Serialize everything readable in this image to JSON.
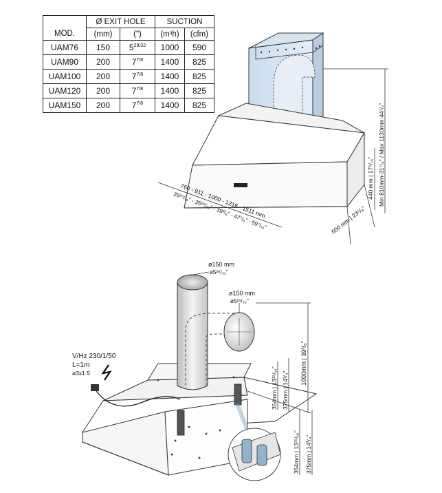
{
  "table": {
    "header": {
      "mod": "MOD.",
      "exit_hole": "Ø EXIT HOLE",
      "suction": "SUCTION",
      "unit_mm": "(mm)",
      "unit_in": "(\")",
      "unit_m3h": "(m³h)",
      "unit_cfm": "(cfm)"
    },
    "rows": [
      {
        "model": "UAM76",
        "mm": "150",
        "in_whole": "5",
        "in_frac": "29/32",
        "m3h": "1000",
        "cfm": "590"
      },
      {
        "model": "UAM90",
        "mm": "200",
        "in_whole": "7",
        "in_frac": "7/8",
        "m3h": "1400",
        "cfm": "825"
      },
      {
        "model": "UAM100",
        "mm": "200",
        "in_whole": "7",
        "in_frac": "7/8",
        "m3h": "1400",
        "cfm": "825"
      },
      {
        "model": "UAM120",
        "mm": "200",
        "in_whole": "7",
        "in_frac": "7/8",
        "m3h": "1400",
        "cfm": "825"
      },
      {
        "model": "UAM150",
        "mm": "200",
        "in_whole": "7",
        "in_frac": "7/8",
        "m3h": "1400",
        "cfm": "825"
      }
    ]
  },
  "top_drawing": {
    "width_mm": "760 - 911 - 1000 - 1216 - 1511 mm",
    "width_in": "29¹⁵/₁₆\" - 35²⁵/₃₂\" - 39³/₈\" - 47⁷/₈\" - 59⁷/₁₆\"",
    "depth": "600 mm | 23⁵/₈\"",
    "height_body": "440 mm | 17⁵/₁₆\"",
    "height_range": "Min 810mm-31⁷/₈\" / Max 1130mm-44¹/₂\""
  },
  "bottom_drawing": {
    "duct_top": "ø150 mm",
    "duct_top_in": "ø5²⁹/₃₂\"",
    "duct_side": "ø150 mm",
    "duct_side_in": "ø5²⁹/₃₂\"",
    "power_voltage": "V/Hz 230/1/50",
    "power_length": "L=1m",
    "power_cable": "ø3x1.5",
    "dim_1000": "1000mm | 39³/₈\"",
    "dim_354": "354mm | 13¹⁵/₁₆\"",
    "dim_375": "375mm | 14³/₄\""
  }
}
